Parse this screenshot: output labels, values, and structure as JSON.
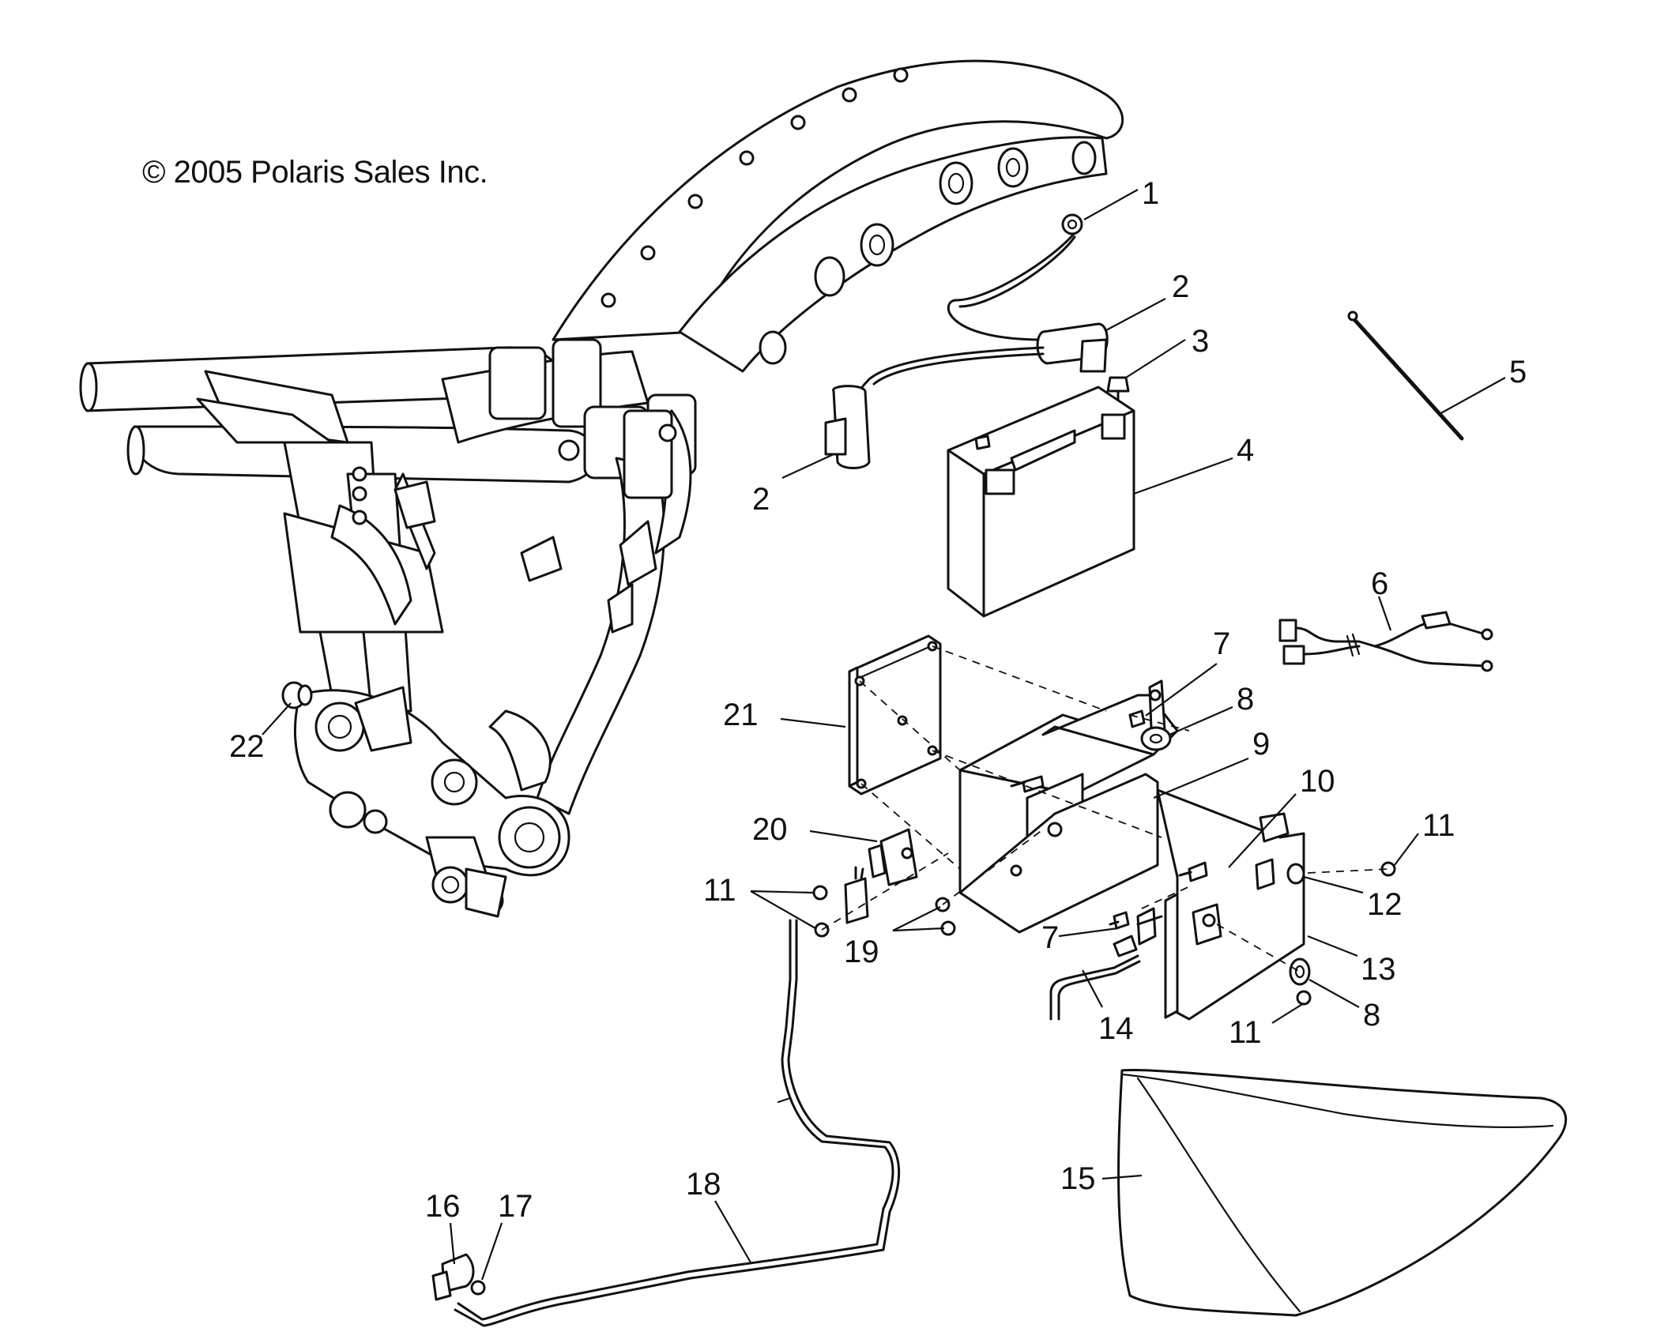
{
  "copyright": "© 2005 Polaris Sales Inc.",
  "callouts": [
    "1",
    "2",
    "3",
    "2",
    "4",
    "5",
    "6",
    "7",
    "8",
    "9",
    "10",
    "11",
    "12",
    "13",
    "8",
    "11",
    "14",
    "21",
    "22",
    "20",
    "11",
    "19",
    "7",
    "15",
    "16",
    "17",
    "18"
  ]
}
